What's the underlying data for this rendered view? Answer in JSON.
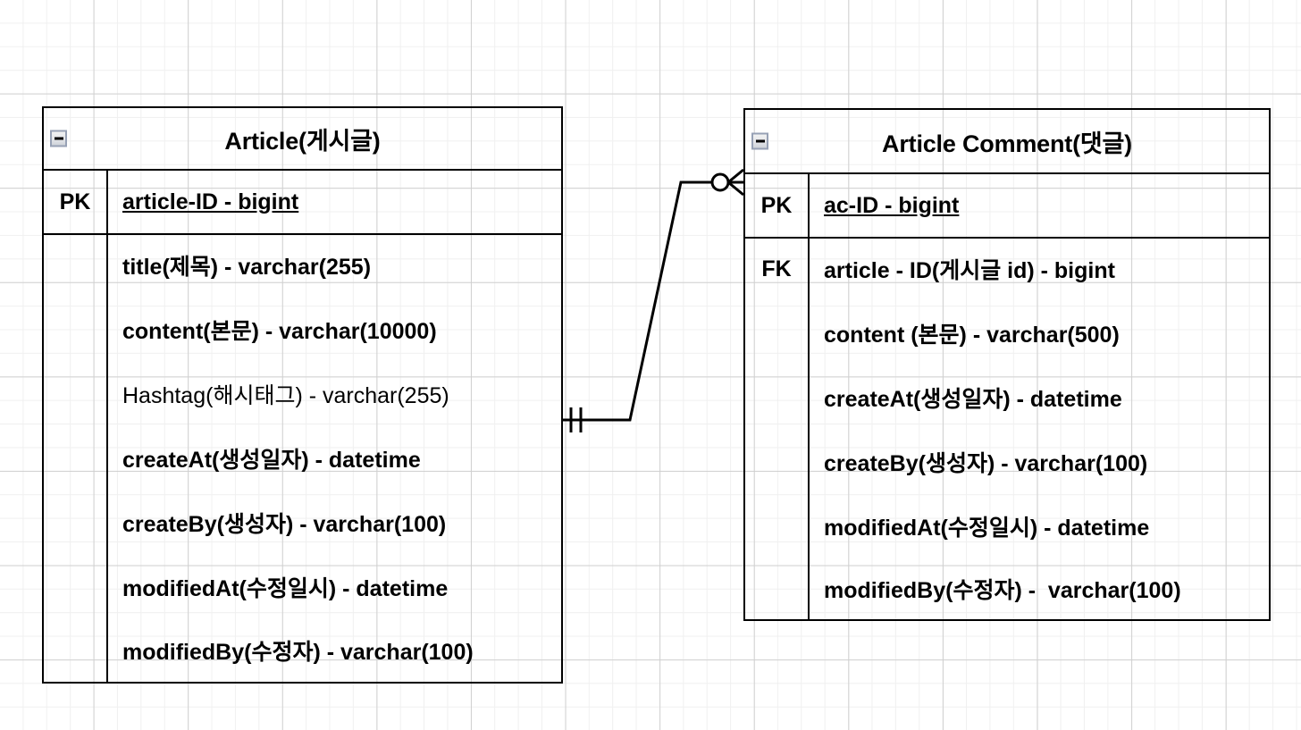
{
  "diagram": {
    "type": "entity-relationship-diagram",
    "notation": "crows-foot",
    "background": "graph-paper"
  },
  "entities": [
    {
      "id": "article",
      "title": "Article(게시글)",
      "collapse_icon": "minus-icon",
      "key_column_header": "PK",
      "rows": [
        {
          "key": "PK",
          "name": "article-ID - bigint",
          "underlined": true,
          "bold": true
        },
        {
          "key": "",
          "name": "title(제목) - varchar(255)",
          "underlined": false,
          "bold": true
        },
        {
          "key": "",
          "name": "content(본문) - varchar(10000)",
          "underlined": false,
          "bold": true
        },
        {
          "key": "",
          "name": "Hashtag(해시태그) - varchar(255)",
          "underlined": false,
          "bold": false
        },
        {
          "key": "",
          "name": "createAt(생성일자) - datetime",
          "underlined": false,
          "bold": true
        },
        {
          "key": "",
          "name": "createBy(생성자) - varchar(100)",
          "underlined": false,
          "bold": true
        },
        {
          "key": "",
          "name": "modifiedAt(수정일시) - datetime",
          "underlined": false,
          "bold": true
        },
        {
          "key": "",
          "name": "modifiedBy(수정자) - varchar(100)",
          "underlined": false,
          "bold": true
        }
      ]
    },
    {
      "id": "article-comment",
      "title": "Article Comment(댓글)",
      "collapse_icon": "minus-icon",
      "key_column_header": "PK",
      "rows": [
        {
          "key": "PK",
          "name": "ac-ID - bigint",
          "underlined": true,
          "bold": true
        },
        {
          "key": "FK",
          "name": "article - ID(게시글 id) - bigint",
          "underlined": false,
          "bold": true
        },
        {
          "key": "",
          "name": "content (본문) - varchar(500)",
          "underlined": false,
          "bold": true
        },
        {
          "key": "",
          "name": "createAt(생성일자) - datetime",
          "underlined": false,
          "bold": true
        },
        {
          "key": "",
          "name": "createBy(생성자) - varchar(100)",
          "underlined": false,
          "bold": true
        },
        {
          "key": "",
          "name": "modifiedAt(수정일시) - datetime",
          "underlined": false,
          "bold": true
        },
        {
          "key": "",
          "name": "modifiedBy(수정자) -  varchar(100)",
          "underlined": false,
          "bold": true
        }
      ]
    }
  ],
  "relationship": {
    "from_entity": "article",
    "to_entity": "article-comment",
    "from_cardinality": "one-and-only-one",
    "to_cardinality": "zero-or-many",
    "line_color": "#000000"
  }
}
